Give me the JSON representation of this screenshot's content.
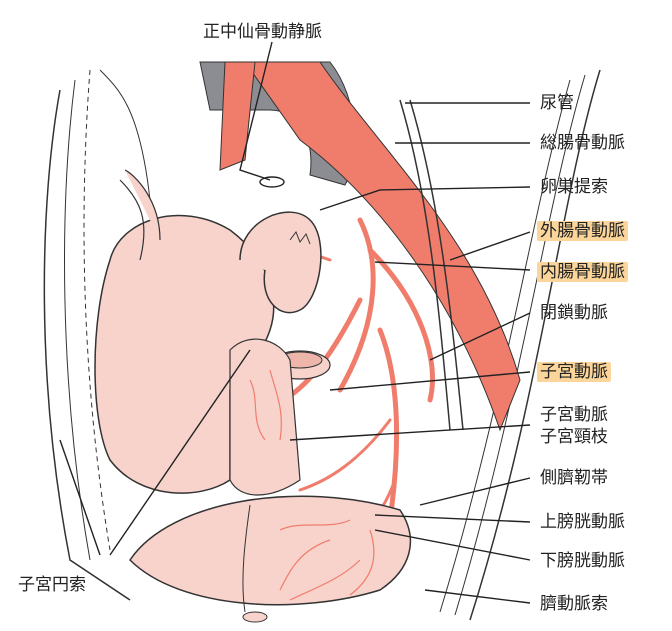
{
  "labels": {
    "median_sacral": "正中仙骨動静脈",
    "ureter": "尿管",
    "common_iliac": "総腸骨動脈",
    "ovarian_susp": "卵巣提索",
    "external_iliac": "外腸骨動脈",
    "internal_iliac": "内腸骨動脈",
    "obturator": "閉鎖動脈",
    "uterine": "子宮動脈",
    "uterine_cervical_1": "子宮動脈",
    "uterine_cervical_2": "子宮頸枝",
    "lateral_umbilical": "側臍靭帯",
    "superior_vesical": "上膀胱動脈",
    "inferior_vesical": "下膀胱動脈",
    "umbilical_cord": "臍動脈索",
    "round_ligament": "子宮円索"
  },
  "colors": {
    "artery": "#f07d6c",
    "tissue": "#f7d3cc",
    "tissue_dark": "#eeb6ab",
    "highlight": "#fbd59a",
    "vein_gray": "#8b8d92",
    "outline": "#333333"
  }
}
